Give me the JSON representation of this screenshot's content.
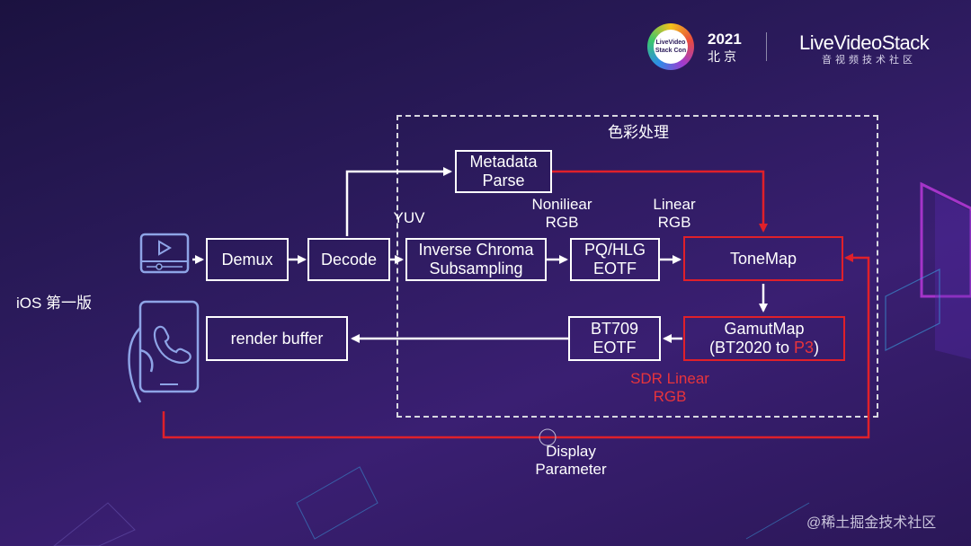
{
  "header": {
    "event_badge": "LiveVideo Stack Con",
    "event_year": "2021",
    "event_city": "北京",
    "brand": "LiveVideoStack",
    "brand_sub": "音视频技术社区"
  },
  "diagram": {
    "group_title": "色彩处理",
    "platform_label": "iOS 第一版",
    "nodes": {
      "demux": "Demux",
      "decode": "Decode",
      "metadata_l1": "Metadata",
      "metadata_l2": "Parse",
      "inverse_l1": "Inverse Chroma",
      "inverse_l2": "Subsampling",
      "pq_l1": "PQ/HLG",
      "pq_l2": "EOTF",
      "tonemap": "ToneMap",
      "gamut_l1": "GamutMap",
      "gamut_l2_a": "(BT2020 to ",
      "gamut_l2_b": "P3",
      "gamut_l2_c": ")",
      "bt709_l1": "BT709",
      "bt709_l2": "EOTF",
      "render": "render buffer"
    },
    "labels": {
      "yuv": "YUV",
      "nonlinear_l1": "Noniliear",
      "nonlinear_l2": "RGB",
      "linear_l1": "Linear",
      "linear_l2": "RGB",
      "sdr_l1": "SDR Linear",
      "sdr_l2": "RGB",
      "display_l1": "Display",
      "display_l2": "Parameter"
    },
    "colors": {
      "flow": "#ffffff",
      "highlight": "#e0202a"
    }
  },
  "watermark": "@稀土掘金技术社区"
}
